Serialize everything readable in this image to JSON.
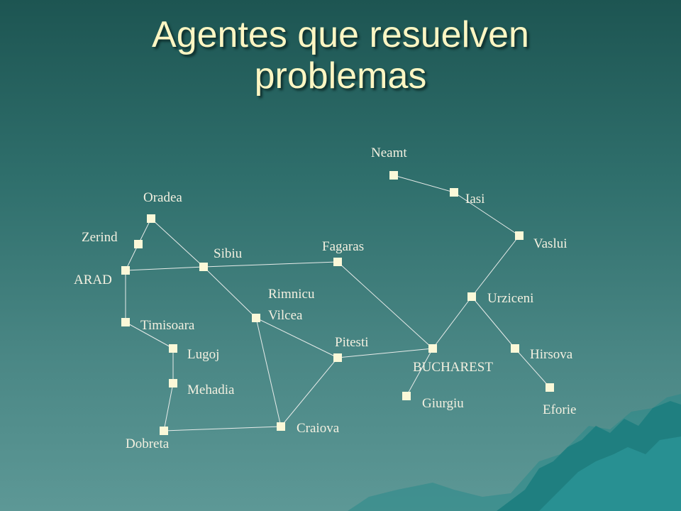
{
  "slide": {
    "title_line1": "Agentes que resuelven",
    "title_line2": "problemas",
    "colors": {
      "title": "#fdf6c3",
      "node": "#fbf8d8",
      "edge": "#e8ecea",
      "mountains": "#1f7f80"
    }
  },
  "map": {
    "cities": [
      {
        "id": "neamt",
        "label": "Neamt"
      },
      {
        "id": "iasi",
        "label": "Iasi"
      },
      {
        "id": "oradea",
        "label": "Oradea"
      },
      {
        "id": "zerind",
        "label": "Zerind"
      },
      {
        "id": "arad",
        "label": "ARAD"
      },
      {
        "id": "sibiu",
        "label": "Sibiu"
      },
      {
        "id": "fagaras",
        "label": "Fagaras"
      },
      {
        "id": "vaslui",
        "label": "Vaslui"
      },
      {
        "id": "rimnicu",
        "label": "Rimnicu"
      },
      {
        "id": "vilcea",
        "label": "Vilcea"
      },
      {
        "id": "urziceni",
        "label": "Urziceni"
      },
      {
        "id": "timisoara",
        "label": "Timisoara"
      },
      {
        "id": "pitesti",
        "label": "Pitesti"
      },
      {
        "id": "lugoj",
        "label": "Lugoj"
      },
      {
        "id": "hirsova",
        "label": "Hirsova"
      },
      {
        "id": "bucharest",
        "label": "BUCHAREST"
      },
      {
        "id": "mehadia",
        "label": "Mehadia"
      },
      {
        "id": "giurgiu",
        "label": "Giurgiu"
      },
      {
        "id": "eforie",
        "label": "Eforie"
      },
      {
        "id": "craiova",
        "label": "Craiova"
      },
      {
        "id": "dobreta",
        "label": "Dobreta"
      }
    ],
    "roads": [
      [
        "neamt",
        "iasi"
      ],
      [
        "iasi",
        "vaslui"
      ],
      [
        "vaslui",
        "urziceni"
      ],
      [
        "urziceni",
        "bucharest"
      ],
      [
        "urziceni",
        "hirsova"
      ],
      [
        "hirsova",
        "eforie"
      ],
      [
        "bucharest",
        "giurgiu"
      ],
      [
        "bucharest",
        "pitesti"
      ],
      [
        "bucharest",
        "fagaras"
      ],
      [
        "fagaras",
        "sibiu"
      ],
      [
        "sibiu",
        "arad"
      ],
      [
        "sibiu",
        "oradea"
      ],
      [
        "sibiu",
        "rimnicu"
      ],
      [
        "oradea",
        "zerind"
      ],
      [
        "zerind",
        "arad"
      ],
      [
        "arad",
        "timisoara"
      ],
      [
        "timisoara",
        "lugoj"
      ],
      [
        "lugoj",
        "mehadia"
      ],
      [
        "mehadia",
        "dobreta"
      ],
      [
        "dobreta",
        "craiova"
      ],
      [
        "craiova",
        "rimnicu"
      ],
      [
        "craiova",
        "pitesti"
      ],
      [
        "rimnicu",
        "pitesti"
      ]
    ]
  }
}
